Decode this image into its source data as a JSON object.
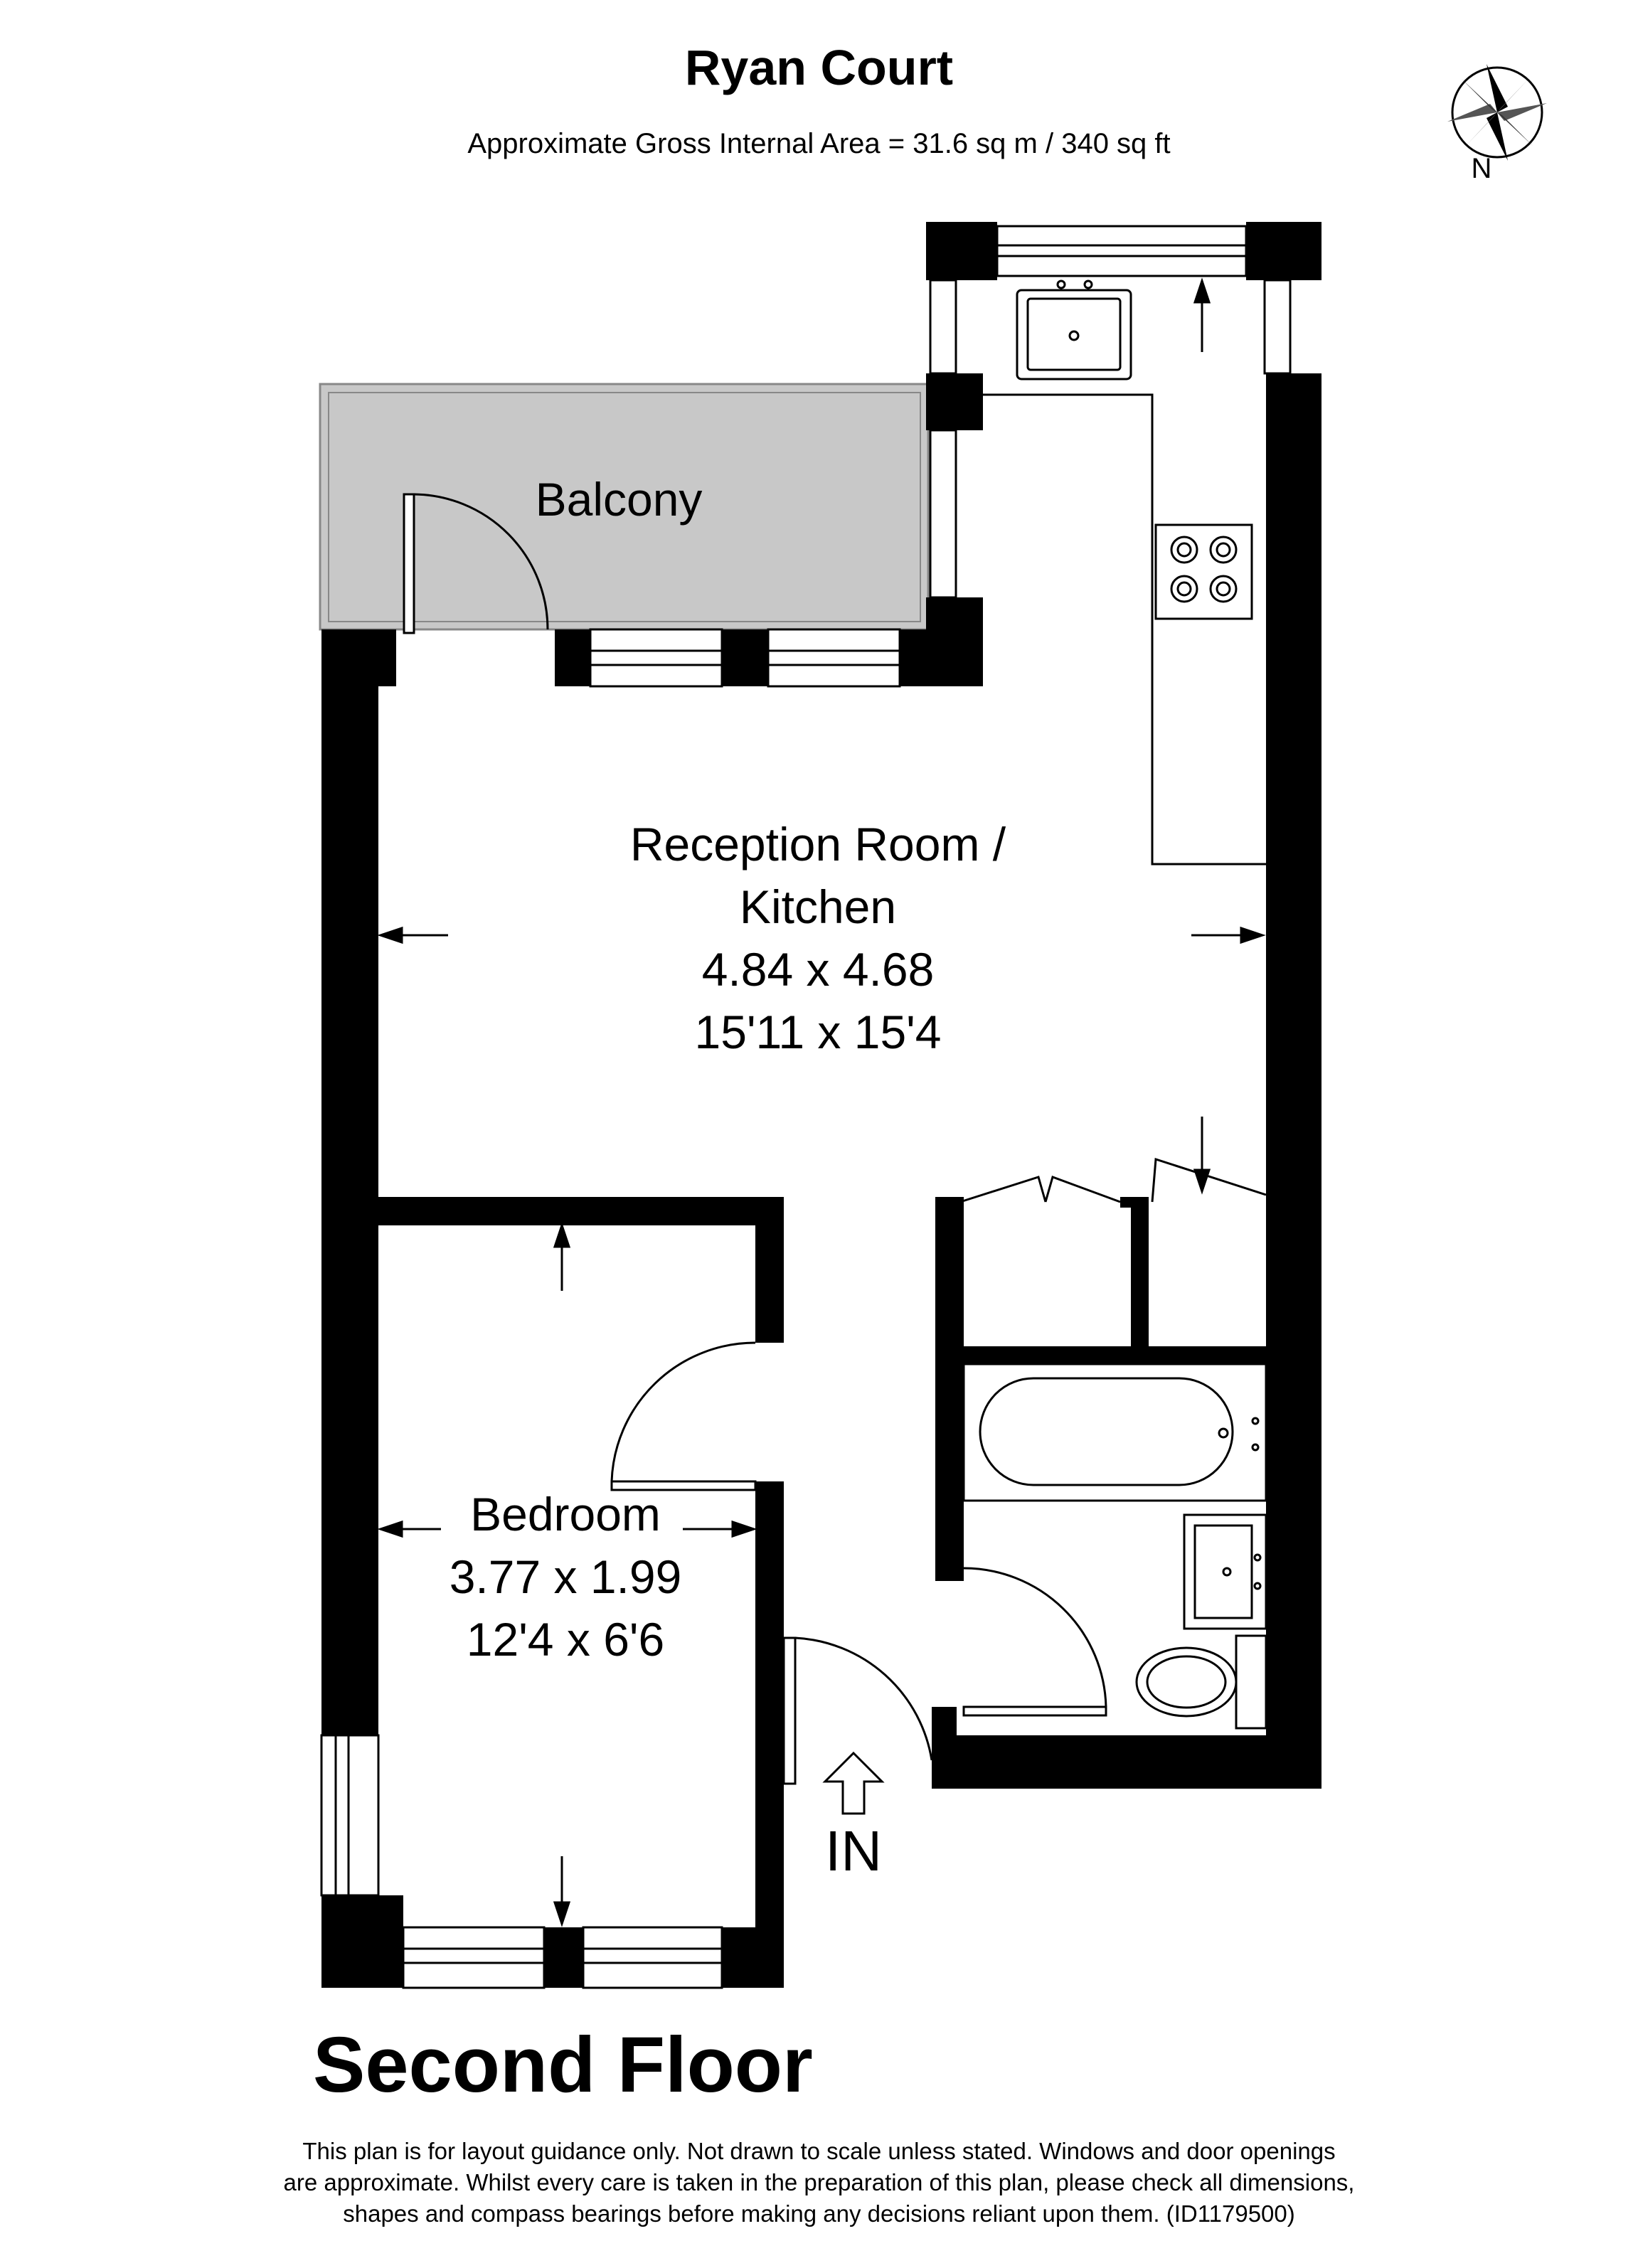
{
  "header": {
    "title": "Ryan Court",
    "subtitle": "Approximate Gross Internal Area = 31.6 sq m / 340 sq ft"
  },
  "compass": {
    "label": "N",
    "icon": "compass-rose-icon"
  },
  "rooms": {
    "balcony": {
      "name": "Balcony"
    },
    "reception": {
      "name_line1": "Reception Room /",
      "name_line2": "Kitchen",
      "dims_metric": "4.84 x 4.68",
      "dims_imperial": "15'11 x 15'4"
    },
    "bedroom": {
      "name": "Bedroom",
      "dims_metric": "3.77 x 1.99",
      "dims_imperial": "12'4 x 6'6"
    }
  },
  "entrance": {
    "label": "IN"
  },
  "floor_label": "Second Floor",
  "disclaimer": {
    "line1": "This plan is for layout guidance only. Not drawn to scale unless stated. Windows and door openings",
    "line2": "are approximate. Whilst every care is taken in the preparation of this plan, please check all dimensions,",
    "line3": "shapes and compass bearings before making any decisions reliant upon them. (ID1179500)"
  },
  "colors": {
    "wall": "#000000",
    "balcony_fill": "#c8c8c8",
    "background": "#ffffff"
  }
}
